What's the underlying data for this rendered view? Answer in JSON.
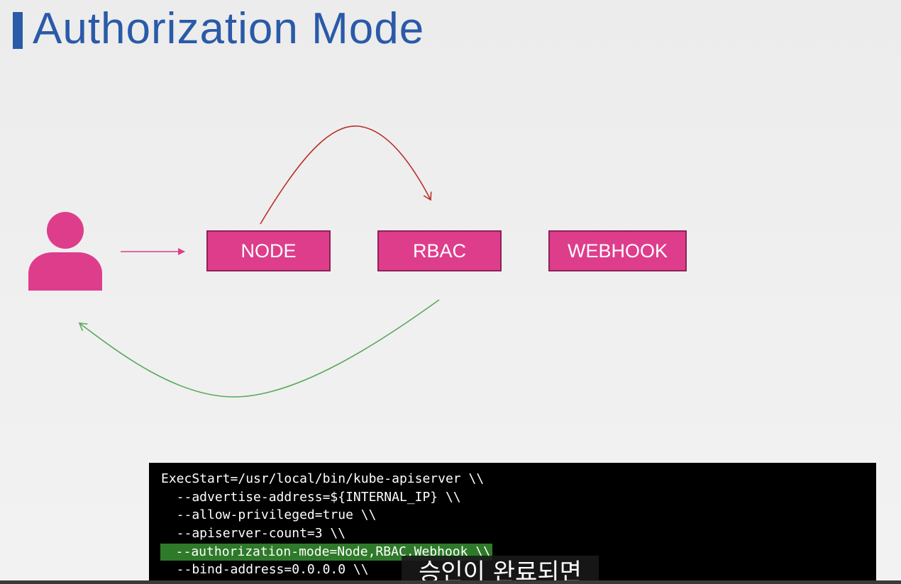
{
  "slide": {
    "title": "Authorization Mode"
  },
  "diagram": {
    "modes": [
      "NODE",
      "RBAC",
      "WEBHOOK"
    ],
    "colors": {
      "box_fill": "#de3d8c",
      "box_border": "#8e2257",
      "user_icon": "#de3d8c",
      "arrow_request": "#de3d8c",
      "arrow_forward": "#b8322a",
      "arrow_return": "#5aa85a",
      "title": "#2a5aa8"
    },
    "icons": [
      "user-icon"
    ]
  },
  "terminal": {
    "lines": [
      "ExecStart=/usr/local/bin/kube-apiserver \\\\",
      "  --advertise-address=${INTERNAL_IP} \\\\",
      "  --allow-privileged=true \\\\",
      "  --apiserver-count=3 \\\\",
      "  --authorization-mode=Node,RBAC,Webhook \\\\",
      "  --bind-address=0.0.0.0 \\\\"
    ],
    "highlight_color": "#2f7a2a"
  },
  "caption": {
    "text": "승인이 완료되면"
  }
}
